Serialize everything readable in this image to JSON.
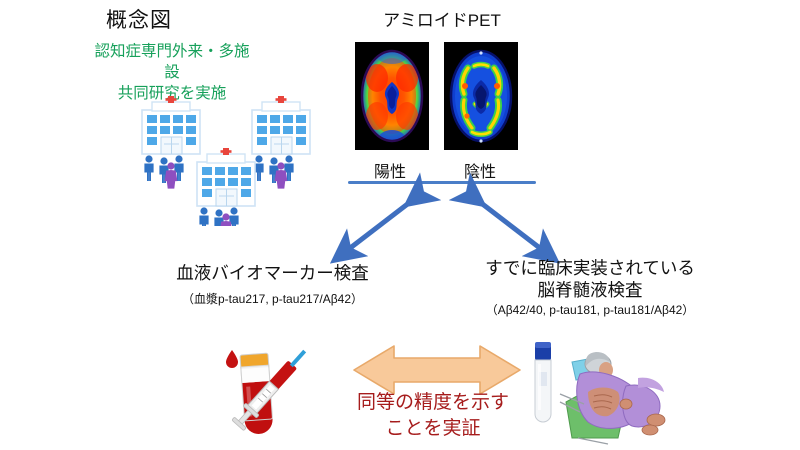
{
  "page": {
    "title": "概念図",
    "background_color": "#ffffff"
  },
  "cohort": {
    "text": "認知症専門外来・多施設\n共同研究を実施",
    "color": "#16a05a",
    "illustration_name": "three-hospitals-with-people"
  },
  "pet": {
    "title": "アミロイドPET",
    "positive_label": "陽性",
    "negative_label": "陰性",
    "positive_scan_name": "amyloid-pet-positive-brain-scan",
    "negative_scan_name": "amyloid-pet-negative-brain-scan",
    "underline_color": "#4a7ec8"
  },
  "blood": {
    "title": "血液バイオマーカー検査",
    "subtitle": "（血漿p-tau217, p-tau217/Aβ42）",
    "illustration_name": "blood-collection-tube-and-syringe"
  },
  "csf": {
    "title": "すでに臨床実装されている\n脳脊髄液検査",
    "subtitle": "（Aβ42/40, p-tau181, p-tau181/Aβ42）",
    "illustration_name": "lumbar-puncture-patient-and-tube"
  },
  "comparison": {
    "text": "同等の精度を示す\nことを実証",
    "text_color": "#a61c1c",
    "arrow_color": "#f8c99a",
    "arrow_border_color": "#e8a96a"
  },
  "arrows": {
    "blue_color": "#3f6fbf",
    "left_arrow_name": "pet-to-blood-biomarker-arrow",
    "right_arrow_name": "pet-to-csf-arrow"
  }
}
